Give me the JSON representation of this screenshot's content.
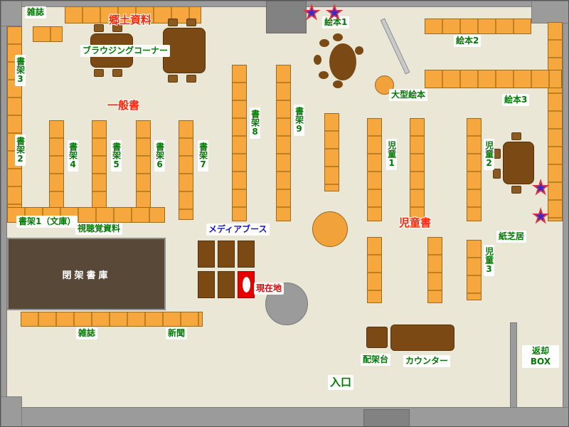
{
  "icons": {
    "star": "★"
  },
  "map": {
    "areas": {
      "local_materials": "郷土資料",
      "general_books": "一般書",
      "children_books": "児童書"
    },
    "labels": {
      "magazines_top": "雑誌",
      "browsing_corner": "ブラウジングコーナー",
      "shelf3": "書架3",
      "shelf2": "書架2",
      "shelf4": "書架4",
      "shelf5": "書架5",
      "shelf6": "書架6",
      "shelf7": "書架7",
      "shelf8": "書架8",
      "shelf9": "書架9",
      "shelf1_bunko": "書架1（文庫）",
      "av_materials": "視聴覚資料",
      "picture_books1": "絵本1",
      "picture_books2": "絵本2",
      "picture_books3": "絵本3",
      "large_picture_books": "大型絵本",
      "children1": "児童1",
      "children2": "児童2",
      "children3": "児童3",
      "kamishibai": "紙芝居",
      "media_booth": "メディアブース",
      "closed_stacks": "閉架書庫",
      "current_location": "現在地",
      "magazines_bottom": "雑誌",
      "newspapers": "新聞",
      "sorting_stand": "配架台",
      "counter": "カウンター",
      "return_box_line1": "返却",
      "return_box_line2": "BOX",
      "entrance": "入口"
    },
    "colors": {
      "floor": "#EAE7D6",
      "wall": "#9B9B9B",
      "shelf_orange": "#F6A83E",
      "furniture_brown": "#7B4A14",
      "closed_stacks_brown": "#584838",
      "label_green": "#007A00",
      "label_blue": "#1515CC",
      "area_red": "#FF2400",
      "current_red": "#E60000",
      "star_blue": "#3929C8",
      "star_outline_red": "#DD3344"
    }
  }
}
